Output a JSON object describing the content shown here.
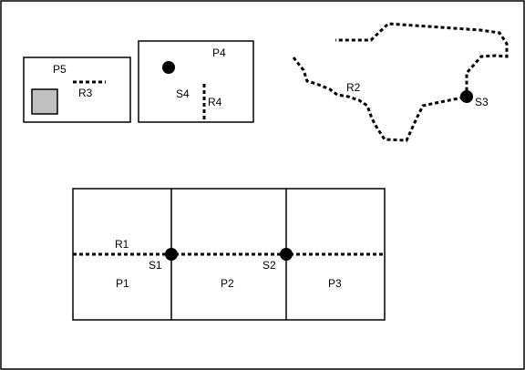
{
  "labels": {
    "p1": "P1",
    "p2": "P2",
    "p3": "P3",
    "p4": "P4",
    "p5": "P5",
    "r1": "R1",
    "r2": "R2",
    "r3": "R3",
    "r4": "R4",
    "s1": "S1",
    "s2": "S2",
    "s3": "S3",
    "s4": "S4"
  },
  "colors": {
    "ink": "#000000",
    "obstacle_fill": "#c0c0c0",
    "background": "#ffffff"
  },
  "elements": {
    "point_marker": "filled-circle",
    "obstacle": "gray-square"
  }
}
